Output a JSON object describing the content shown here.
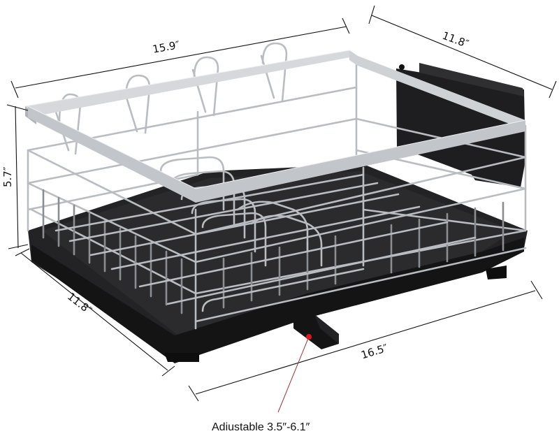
{
  "diagram": {
    "subject": "Stainless steel dish drying rack with black drip tray and utensil holder",
    "colors": {
      "background": "#ffffff",
      "tray": "#1b1b1d",
      "steel": "#c4c7cb",
      "dimension_line": "#111111",
      "callout_dot": "#e0181e",
      "callout_line": "#9a3a3a"
    },
    "dimensions": {
      "top_width": {
        "label": "15.9″",
        "value": 15.9,
        "unit": "in"
      },
      "right_depth": {
        "label": "11.8″",
        "value": 11.8,
        "unit": "in"
      },
      "height": {
        "label": "5.7″",
        "value": 5.7,
        "unit": "in"
      },
      "left_depth": {
        "label": "11.8″",
        "value": 11.8,
        "unit": "in"
      },
      "bottom_length": {
        "label": "16.5″",
        "value": 16.5,
        "unit": "in"
      }
    },
    "callout": {
      "label": "Adiustable 3.5″-6.1″",
      "range_min": 3.5,
      "range_max": 6.1,
      "unit": "in",
      "target": "drain spout"
    },
    "parts": [
      {
        "name": "wire basket",
        "color": "stainless steel"
      },
      {
        "name": "cup hooks",
        "count": 4
      },
      {
        "name": "plate rack"
      },
      {
        "name": "utensil holder",
        "color": "black"
      },
      {
        "name": "drip tray",
        "color": "black"
      },
      {
        "name": "drain spout",
        "color": "black"
      }
    ]
  }
}
